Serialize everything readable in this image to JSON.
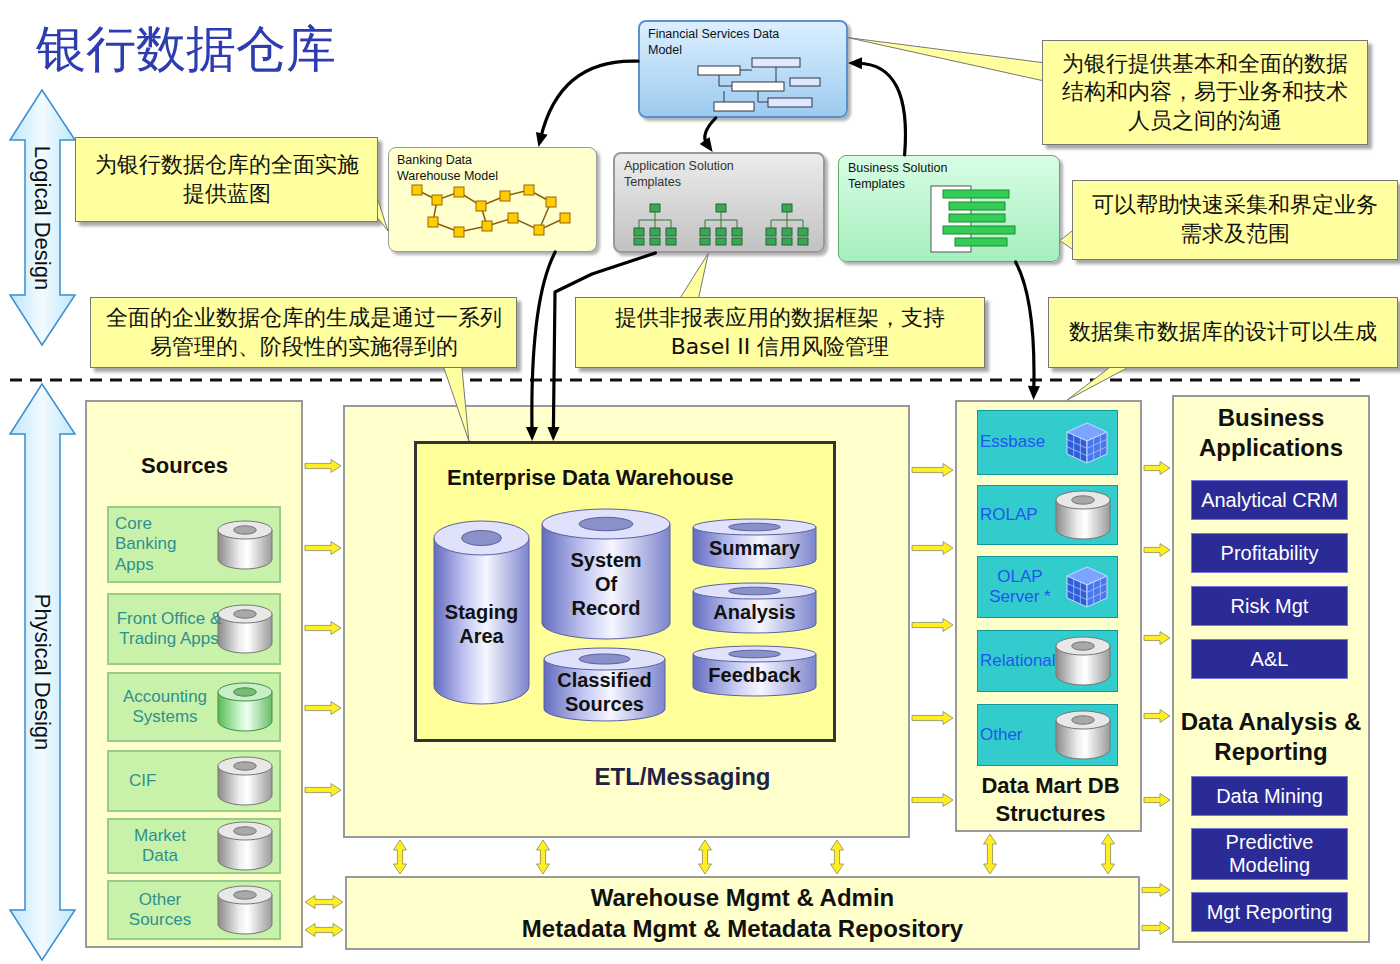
{
  "diagram": {
    "title": "银行数据仓库",
    "nodes": [
      {
        "text": [
          "Financial Services Data Model"
        ]
      },
      {
        "text": [
          "为银行提供基本和全面的数据结构和内容，易于业务和技术人员之间的沟通"
        ]
      },
      {
        "text": [
          "为银行数据仓库的全面实施提供蓝图"
        ]
      },
      {
        "text": [
          "Banking Data Warehouse Model"
        ]
      },
      {
        "text": [
          "Application Solution Templates"
        ]
      },
      {
        "text": [
          "Business Solution Templates"
        ]
      },
      {
        "text": [
          "可以帮助快速采集和界定业务需求及范围"
        ]
      },
      {
        "text": [
          "全面的企业数据仓库的生成是通过一系列易管理的、阶段性的实施得到的"
        ]
      },
      {
        "text": [
          "提供非报表应用的数据框架，支持 Basel II 信用风险管理"
        ]
      },
      {
        "text": [
          "数据集市数据库的设计可以生成"
        ]
      },
      {
        "text": [
          "Sources"
        ]
      },
      {
        "text": [
          "Core Banking Apps"
        ],
        "in": 10
      },
      {
        "text": [
          "Front Office & Trading Apps"
        ],
        "in": 10
      },
      {
        "text": [
          "Accounting Systems"
        ],
        "in": 10
      },
      {
        "text": [
          "CIF"
        ],
        "in": 10
      },
      {
        "text": [
          "Market Data"
        ],
        "in": 10
      },
      {
        "text": [
          "Other Sources"
        ],
        "in": 10
      },
      {
        "text": [
          "ETL/Messaging"
        ]
      },
      {
        "text": [
          "Enterprise Data Warehouse"
        ],
        "in": 17
      },
      {
        "text": [
          "Staging Area"
        ],
        "in": 18
      },
      {
        "text": [
          "System Of Record"
        ],
        "in": 18
      },
      {
        "text": [
          "Classified Sources"
        ],
        "in": 18
      },
      {
        "text": [
          "Summary"
        ],
        "in": 18
      },
      {
        "text": [
          "Analysis"
        ],
        "in": 18
      },
      {
        "text": [
          "Feedback"
        ],
        "in": 18
      },
      {
        "text": [
          "Data Mart DB Structures"
        ]
      },
      {
        "text": [
          "Essbase"
        ],
        "in": 25
      },
      {
        "text": [
          "ROLAP"
        ],
        "in": 25
      },
      {
        "text": [
          "OLAP Server *"
        ],
        "in": 25
      },
      {
        "text": [
          "Relational"
        ],
        "in": 25
      },
      {
        "text": [
          "Other"
        ],
        "in": 25
      },
      {
        "text": [
          "Business Applications",
          "Data Analysis & Reporting"
        ]
      },
      {
        "text": [
          "Analytical CRM"
        ],
        "in": 31
      },
      {
        "text": [
          "Profitability"
        ],
        "in": 31
      },
      {
        "text": [
          "Risk Mgt"
        ],
        "in": 31
      },
      {
        "text": [
          "A&L"
        ],
        "in": 31
      },
      {
        "text": [
          "Data Mining"
        ],
        "in": 31
      },
      {
        "text": [
          "Predictive Modeling"
        ],
        "in": 31
      },
      {
        "text": [
          "Mgt Reporting"
        ],
        "in": 31
      },
      {
        "text": [
          "Warehouse Mgmt & Admin",
          "Metadata Mgmt & Metadata Repository"
        ]
      }
    ],
    "edges": [
      {
        "from": 0,
        "to": 3,
        "arrow": "to"
      },
      {
        "from": 0,
        "to": 4,
        "arrow": "to"
      },
      {
        "from": 5,
        "to": 0,
        "arrow": "to"
      },
      {
        "from": 3,
        "to": 18,
        "arrow": "to"
      },
      {
        "from": 4,
        "to": 18,
        "arrow": "to"
      },
      {
        "from": 5,
        "to": 25,
        "arrow": "to"
      },
      {
        "from": 1,
        "to": 0,
        "arrow": "none"
      },
      {
        "from": 2,
        "to": 3,
        "arrow": "none"
      },
      {
        "from": 6,
        "to": 5,
        "arrow": "none"
      },
      {
        "from": 7,
        "to": 18,
        "arrow": "none"
      },
      {
        "from": 8,
        "to": 4,
        "arrow": "none"
      },
      {
        "from": 9,
        "to": 25,
        "arrow": "none"
      },
      {
        "from": 10,
        "to": 17,
        "arrow": "to"
      },
      {
        "from": 17,
        "to": 25,
        "arrow": "to"
      },
      {
        "from": 25,
        "to": 31,
        "arrow": "to"
      },
      {
        "from": 17,
        "to": 39,
        "arrow": "both"
      },
      {
        "from": 25,
        "to": 39,
        "arrow": "both"
      },
      {
        "from": 10,
        "to": 39,
        "arrow": "both"
      },
      {
        "from": 39,
        "to": 31,
        "arrow": "to"
      }
    ],
    "labels": [
      "Logical Design",
      "Physical Design"
    ]
  }
}
